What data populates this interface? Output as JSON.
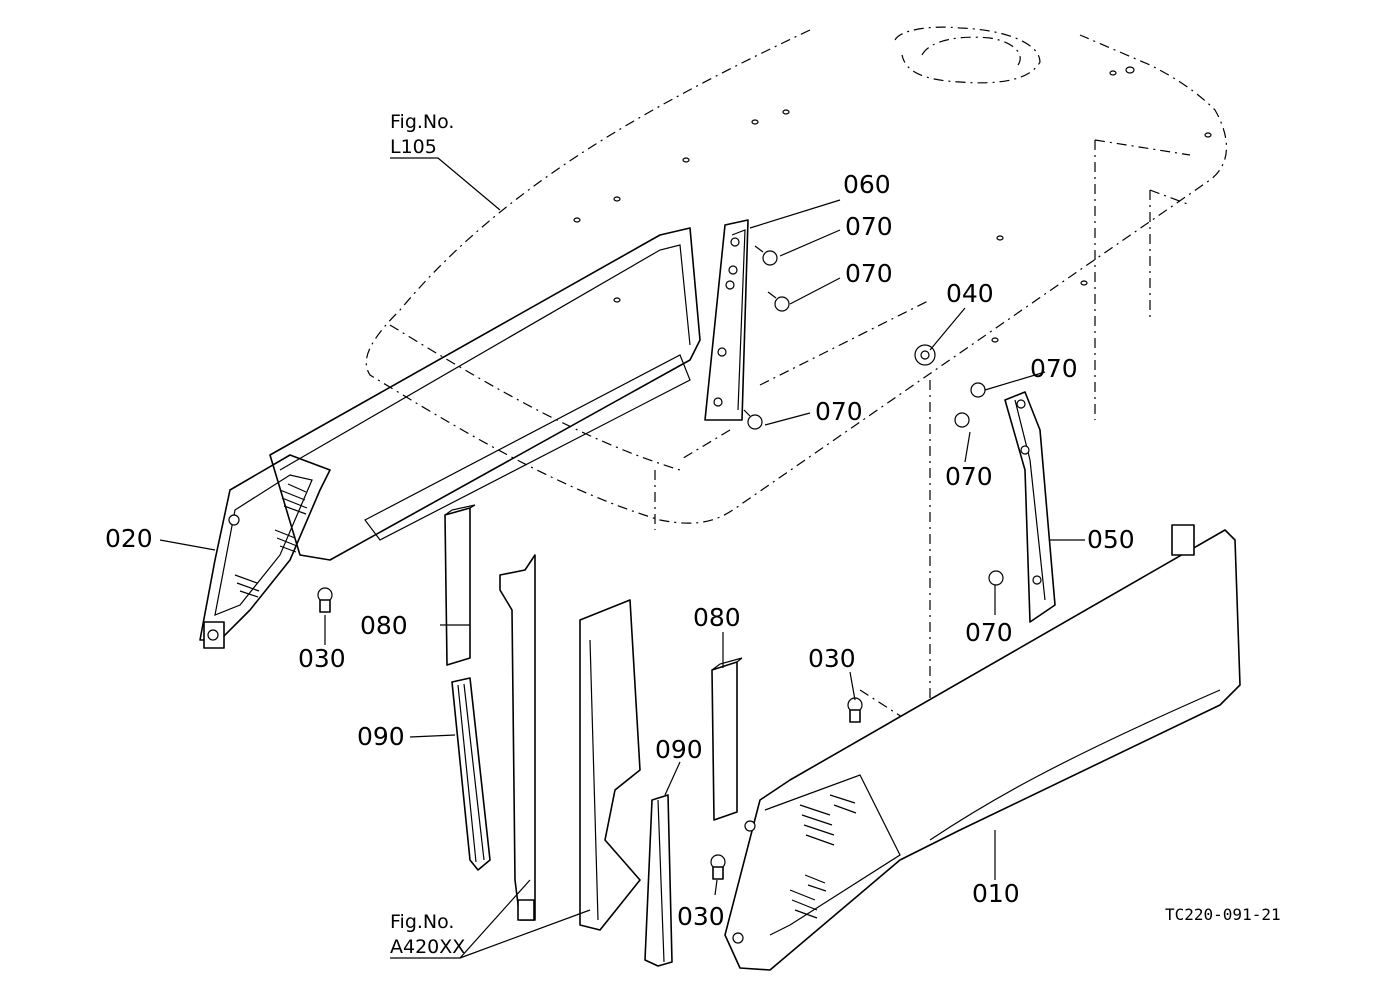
{
  "diagram": {
    "drawing_code": "TC220-091-21",
    "references": [
      {
        "label": "Fig.No.",
        "number": "L105"
      },
      {
        "label": "Fig.No.",
        "number": "A420XX"
      }
    ],
    "callouts": [
      {
        "id": "060",
        "text": "060"
      },
      {
        "id": "070a",
        "text": "070"
      },
      {
        "id": "070b",
        "text": "070"
      },
      {
        "id": "040",
        "text": "040"
      },
      {
        "id": "070c",
        "text": "070"
      },
      {
        "id": "070d",
        "text": "070"
      },
      {
        "id": "070e",
        "text": "070"
      },
      {
        "id": "050",
        "text": "050"
      },
      {
        "id": "070f",
        "text": "070"
      },
      {
        "id": "020",
        "text": "020"
      },
      {
        "id": "080a",
        "text": "080"
      },
      {
        "id": "030a",
        "text": "030"
      },
      {
        "id": "080b",
        "text": "080"
      },
      {
        "id": "030b",
        "text": "030"
      },
      {
        "id": "090a",
        "text": "090"
      },
      {
        "id": "090b",
        "text": "090"
      },
      {
        "id": "030c",
        "text": "030"
      },
      {
        "id": "010",
        "text": "010"
      }
    ]
  }
}
